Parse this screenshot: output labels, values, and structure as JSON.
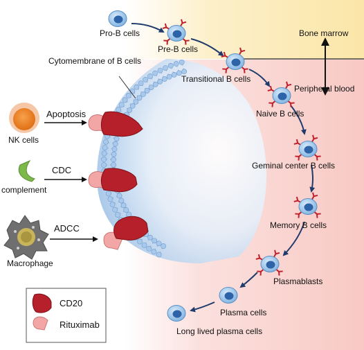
{
  "labels": {
    "bone_marrow": "Bone marrow",
    "peripheral_blood": "Peripheral blood",
    "cytomembrane": "Cytomembrane of B cells",
    "nk_cells": "NK cells",
    "complement": "complement",
    "macrophage": "Macrophage",
    "apoptosis": "Apoptosis",
    "cdc": "CDC",
    "adcc": "ADCC"
  },
  "stages": [
    {
      "label": "Pro-B cells",
      "cd20": false
    },
    {
      "label": "Pre-B cells",
      "cd20": true
    },
    {
      "label": "Transitional B cells",
      "cd20": true
    },
    {
      "label": "Naive B cells",
      "cd20": true
    },
    {
      "label": "Geminal center B cells",
      "cd20": true
    },
    {
      "label": "Memory B cells",
      "cd20": true
    },
    {
      "label": "Plasmablasts",
      "cd20": true
    },
    {
      "label": "Plasma cells",
      "cd20": false
    },
    {
      "label": "Long lived plasma cells",
      "cd20": false
    }
  ],
  "legend": {
    "cd20": "CD20",
    "rituximab": "Rituximab"
  },
  "colors": {
    "bone_marrow_bg": "#fbe6a8",
    "blood_bg": "#f8c9c4",
    "cd20": "#b5202b",
    "rituximab": "#f3a6a6",
    "cell_fill": "#9fc9ec",
    "nucleus": "#2f63a8",
    "arrow": "#1f3a6b",
    "membrane_head": "#a9c9ec",
    "nk_cell": "#f08f3a",
    "complement": "#8bc25a",
    "macrophage": "#7d7d7d"
  }
}
